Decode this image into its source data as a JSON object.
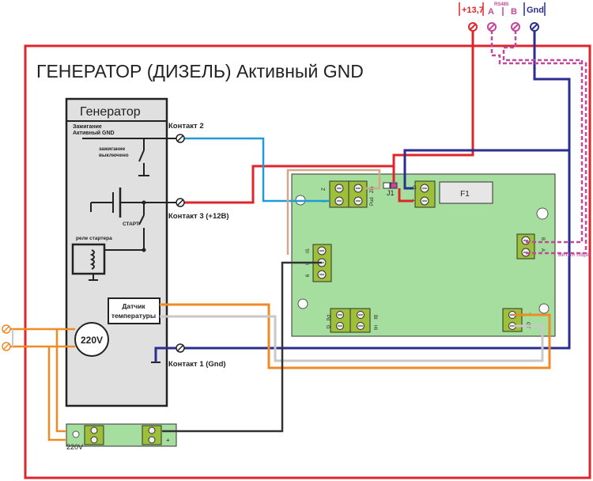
{
  "title": "ГЕНЕРАТОР (ДИЗЕЛЬ) Активный GND",
  "generator": {
    "name": "Генератор",
    "ignition_label_line1": "Зажигание",
    "ignition_label_line2": "Активный GND",
    "ignition_off_line1": "зажигание",
    "ignition_off_line2": "выключено",
    "start_label": "СТАРТ",
    "starter_relay_label": "реле стартера",
    "temp_sensor_line1": "Датчик",
    "temp_sensor_line2": "температуры",
    "mains_label": "220V"
  },
  "contacts": {
    "contact2": "Контакт 2",
    "contact3": "Контакт 3 (+12В)",
    "contact1": "Контакт 1 (Gnd)"
  },
  "terminals": {
    "plus": "+13,7",
    "rs485": "RS485",
    "a": "A",
    "b": "B",
    "gnd": "Gnd"
  },
  "board": {
    "f1": "F1",
    "j1": "J1",
    "twisted_pair": "витая пара",
    "pin_z": "Z",
    "pin_2": "2",
    "pin_pud": "Pud",
    "pin_zin": "Zin",
    "pin_plus": "+",
    "pin_g": "G",
    "pin_is": "IS",
    "pin_9": "9",
    "pin_6": "6",
    "pin_a": "A",
    "pin_b": "B",
    "pin_gt": "GT",
    "pin_t": "T",
    "pin_hi": "HI",
    "pin_bi": "BI",
    "pin_pd": "Pd",
    "pin_g2": "G"
  },
  "relay_board": {
    "label": "220V",
    "minus": "-",
    "plus": "+"
  },
  "colors": {
    "frame": "#e0242b",
    "board": "#a6dea0",
    "gen_panel": "#e0e0e0",
    "wire_red": "#e0242b",
    "wire_blue": "#2b2e8f",
    "wire_cyan": "#1f9bd7",
    "wire_orange": "#f08a24",
    "wire_tan": "#d2a88a",
    "wire_gray": "#c8c8c8",
    "wire_dark": "#333333",
    "wire_magenta": "#c3479b"
  }
}
